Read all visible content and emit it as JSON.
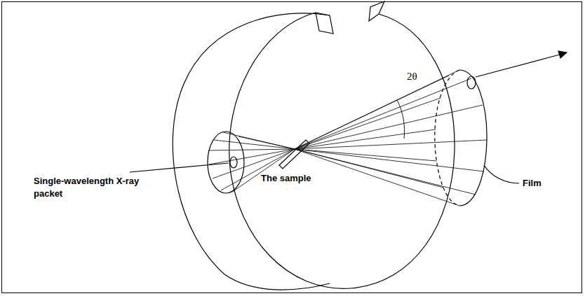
{
  "diagram": {
    "labels": [
      "Single-wavelength X-ray packet",
      "The sample",
      "Film",
      "2θ"
    ]
  }
}
